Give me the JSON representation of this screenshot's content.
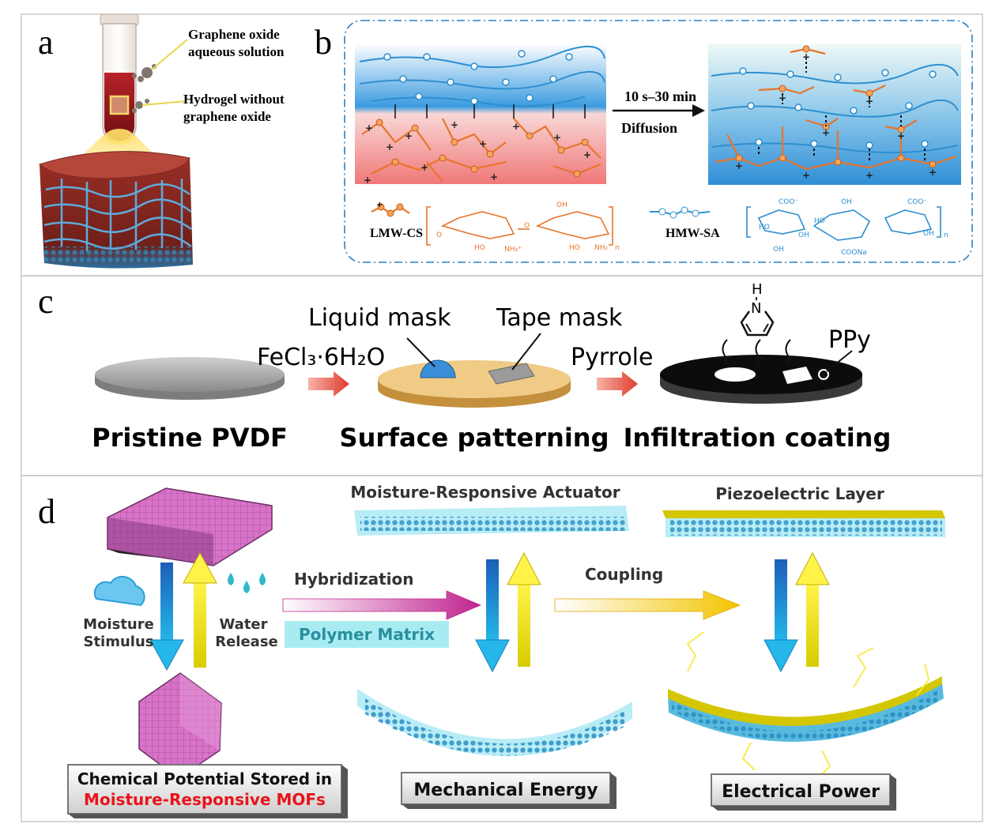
{
  "panels": {
    "a": {
      "letter": "a",
      "label_solution_1": "Graphene oxide",
      "label_solution_2": "aqueous solution",
      "label_hydrogel_1": "Hydrogel without",
      "label_hydrogel_2": "graphene oxide"
    },
    "b": {
      "letter": "b",
      "time": "10 s–30 min",
      "process": "Diffusion",
      "legend_cs": "LMW-CS",
      "legend_sa": "HMW-SA",
      "chem_cs_nh3": "NH₃⁺",
      "chem_cs_nh2": "NH₂",
      "chem_ho": "HO",
      "chem_oh": "OH",
      "chem_coo": "COO⁻",
      "chem_coona": "COONa",
      "chem_o": "O",
      "chem_n": "n"
    },
    "c": {
      "letter": "c",
      "liquid_mask": "Liquid mask",
      "tape_mask": "Tape mask",
      "fecl3": "FeCl₃·6H₂O",
      "pyrrole": "Pyrrole",
      "ppy": "PPy",
      "h_atom": "H",
      "n_atom": "N",
      "step1": "Pristine PVDF",
      "step2": "Surface patterning",
      "step3": "Infiltration coating"
    },
    "d": {
      "letter": "d",
      "actuator_title": "Moisture-Responsive Actuator",
      "piezo_title": "Piezoelectric Layer",
      "hybridization": "Hybridization",
      "coupling": "Coupling",
      "moisture_1": "Moisture",
      "moisture_2": "Stimulus",
      "water_1": "Water",
      "water_2": "Release",
      "polymer_matrix": "Polymer Matrix",
      "box1_line1": "Chemical Potential Stored in",
      "box1_line2": "Moisture-Responsive MOFs",
      "box2": "Mechanical Energy",
      "box3": "Electrical Power"
    }
  },
  "colors": {
    "cs_orange": "#e8742a",
    "sa_blue": "#2d8fd0",
    "highlight_red": "#e8141a",
    "cyan": "#3cb9e6",
    "yellow": "#f3e200",
    "magenta": "#c0238e"
  }
}
